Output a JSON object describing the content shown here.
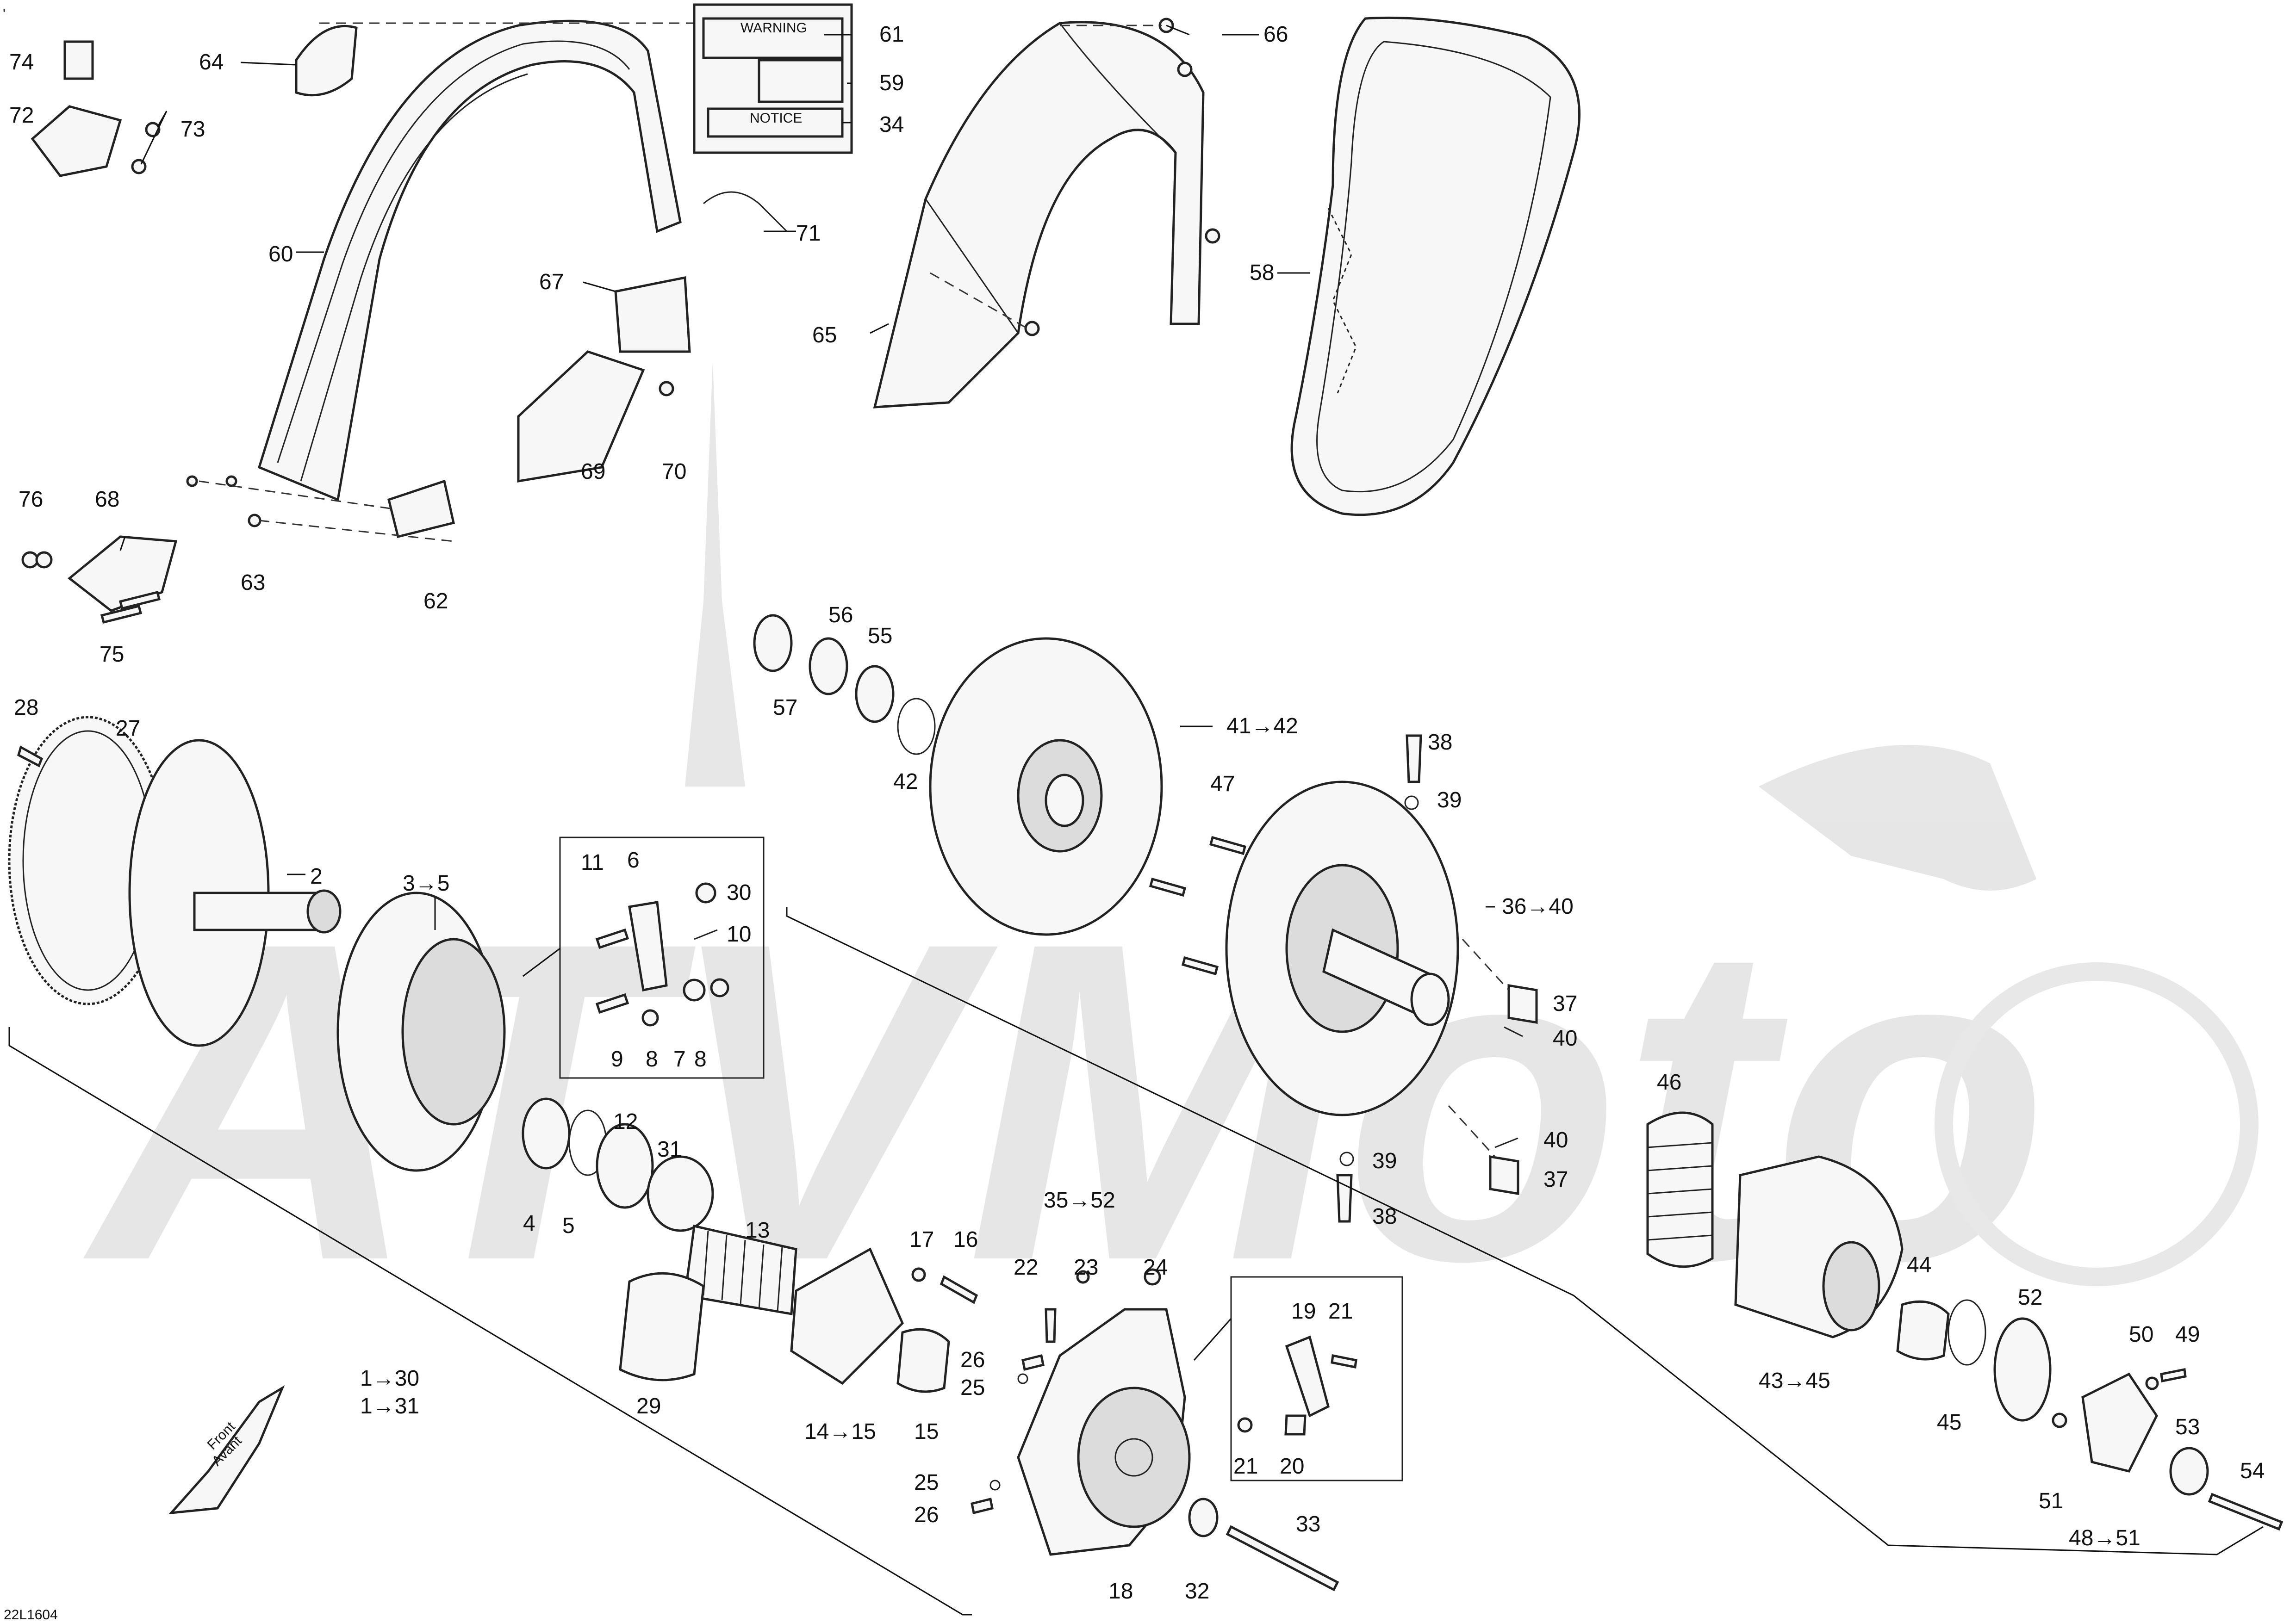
{
  "figure_code": "22L1604",
  "top_mark": "'",
  "front_tag": [
    "Front",
    "Avant"
  ],
  "watermark": "ATVMoto",
  "labels": [
    "1→30",
    "1→31",
    "2",
    "3→5",
    "4",
    "5",
    "6",
    "7",
    "8",
    "8",
    "9",
    "10",
    "11",
    "12",
    "13",
    "14→15",
    "15",
    "16",
    "17",
    "18",
    "19",
    "20",
    "21",
    "21",
    "22",
    "23",
    "24",
    "25",
    "25",
    "26",
    "26",
    "27",
    "28",
    "29",
    "30",
    "31",
    "32",
    "33",
    "34",
    "35→52",
    "36→40",
    "37",
    "37",
    "38",
    "38",
    "39",
    "39",
    "40",
    "40",
    "41→42",
    "42",
    "43→45",
    "44",
    "45",
    "46",
    "47",
    "48→51",
    "49",
    "50",
    "51",
    "52",
    "53",
    "54",
    "55",
    "56",
    "57",
    "58",
    "59",
    "60",
    "61",
    "62",
    "63",
    "64",
    "65",
    "66",
    "67",
    "68",
    "69",
    "70",
    "71",
    "72",
    "73",
    "74",
    "75",
    "76"
  ],
  "decal_texts": [
    "WARNING",
    "NOTICE"
  ]
}
